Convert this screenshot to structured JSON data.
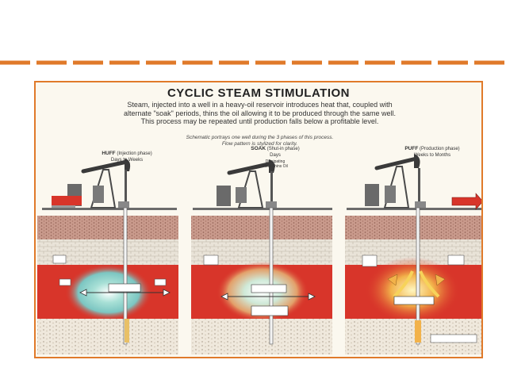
{
  "diagram": {
    "title": "CYCLIC STEAM STIMULATION",
    "description": "Steam, injected into a well in a heavy-oil reservoir introduces heat that, coupled with alternate \"soak\" periods, thins the oil allowing it to be produced through the same well. This process may be repeated until production falls below a profitable level.",
    "note_line1": "Schematic portrays one well during the 3 phases of this process.",
    "note_line2": "Flow pattern is stylized for clarity.",
    "phases": [
      {
        "name": "HUFF",
        "subtitle": "(Injection phase)",
        "duration": "Days to Weeks"
      },
      {
        "name": "SOAK",
        "subtitle": "(Shut-in phase)",
        "duration": "Days",
        "extra": "Dissipating Heat Thins Oil"
      },
      {
        "name": "PUFF",
        "subtitle": "(Production phase)",
        "duration": "Weeks to Months"
      }
    ]
  },
  "colors": {
    "accent": "#e07a2a",
    "reservoir": "#d8352a",
    "steam": "#8fd0c8",
    "soil": "#b8867a",
    "pumpjack": "#4a4a4a"
  }
}
